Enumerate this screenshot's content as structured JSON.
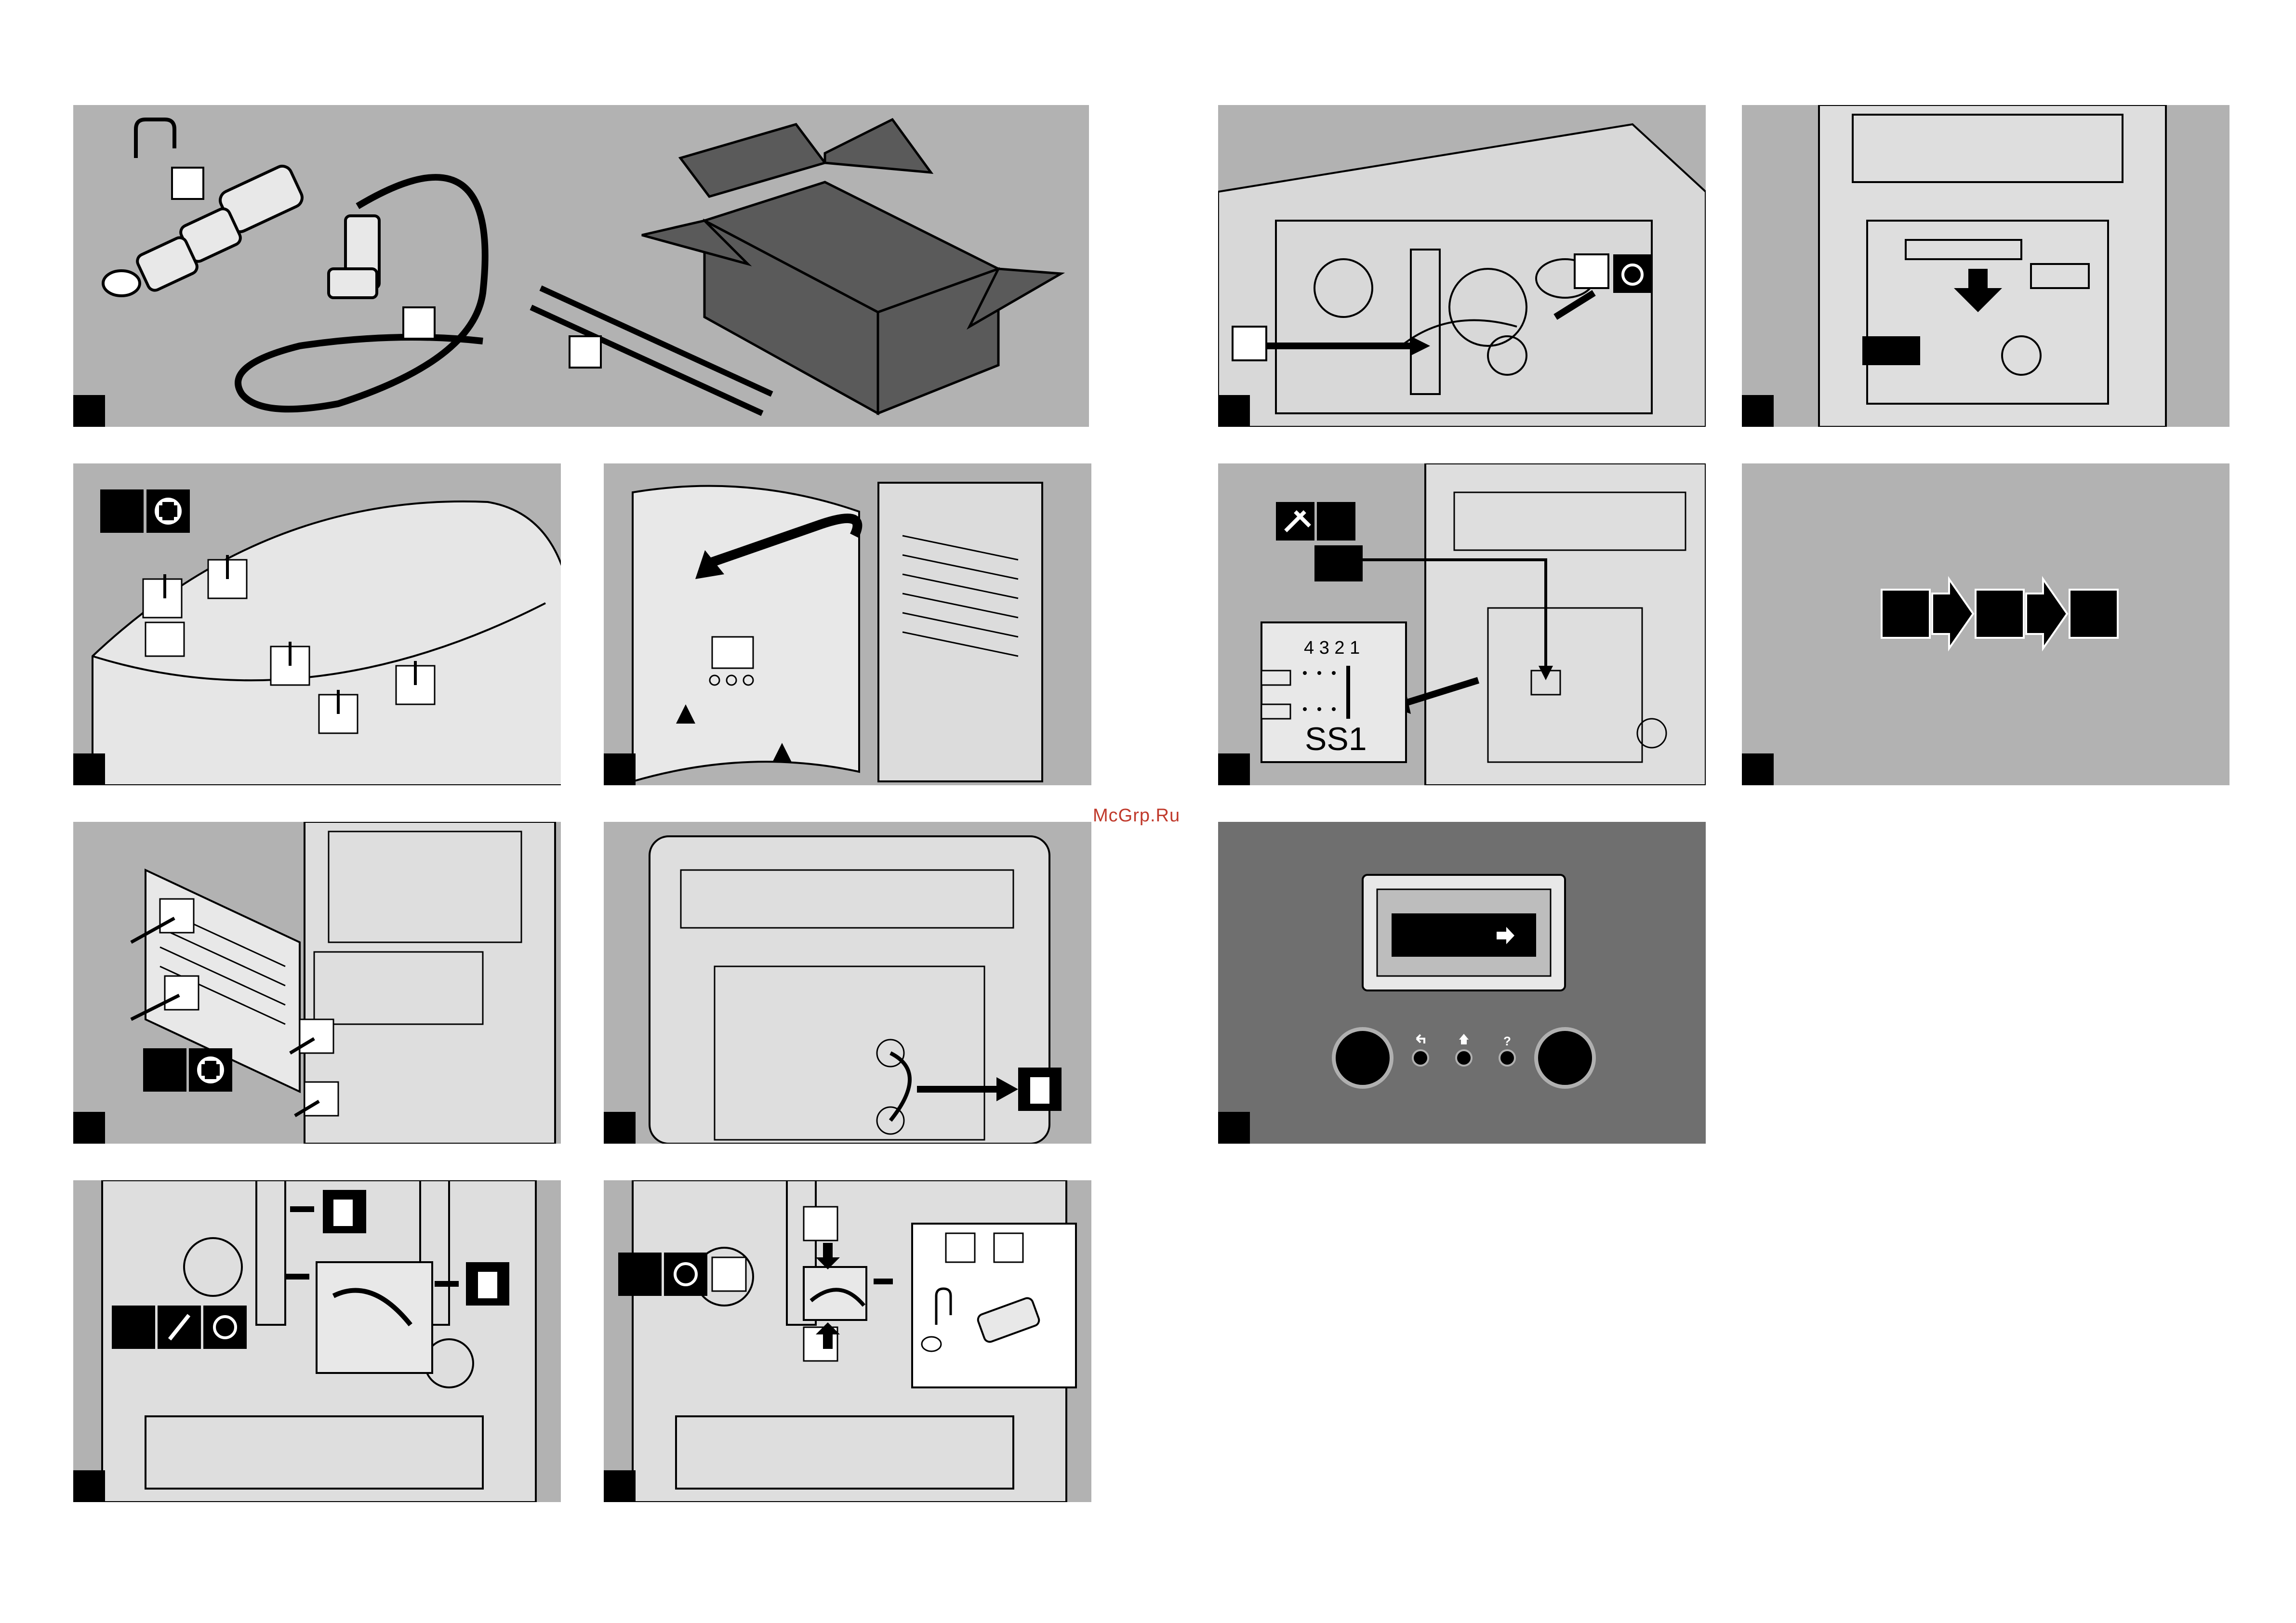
{
  "watermark": "McGrp.Ru",
  "dip_switch": {
    "numbers": "4 3 2 1",
    "label": "SS1"
  },
  "icons": {
    "screwdriver": "screwdriver-icon",
    "wrench": "wrench-icon",
    "pliers": "pliers-icon",
    "trash": "trash-icon",
    "back": "back-arrow-icon",
    "home": "home-icon",
    "help": "help-icon"
  },
  "display": {
    "help_symbol": "?"
  },
  "colors": {
    "panel_bg": "#b2b2b2",
    "panel_dark_bg": "#6f6f6f",
    "ink": "#000000"
  }
}
